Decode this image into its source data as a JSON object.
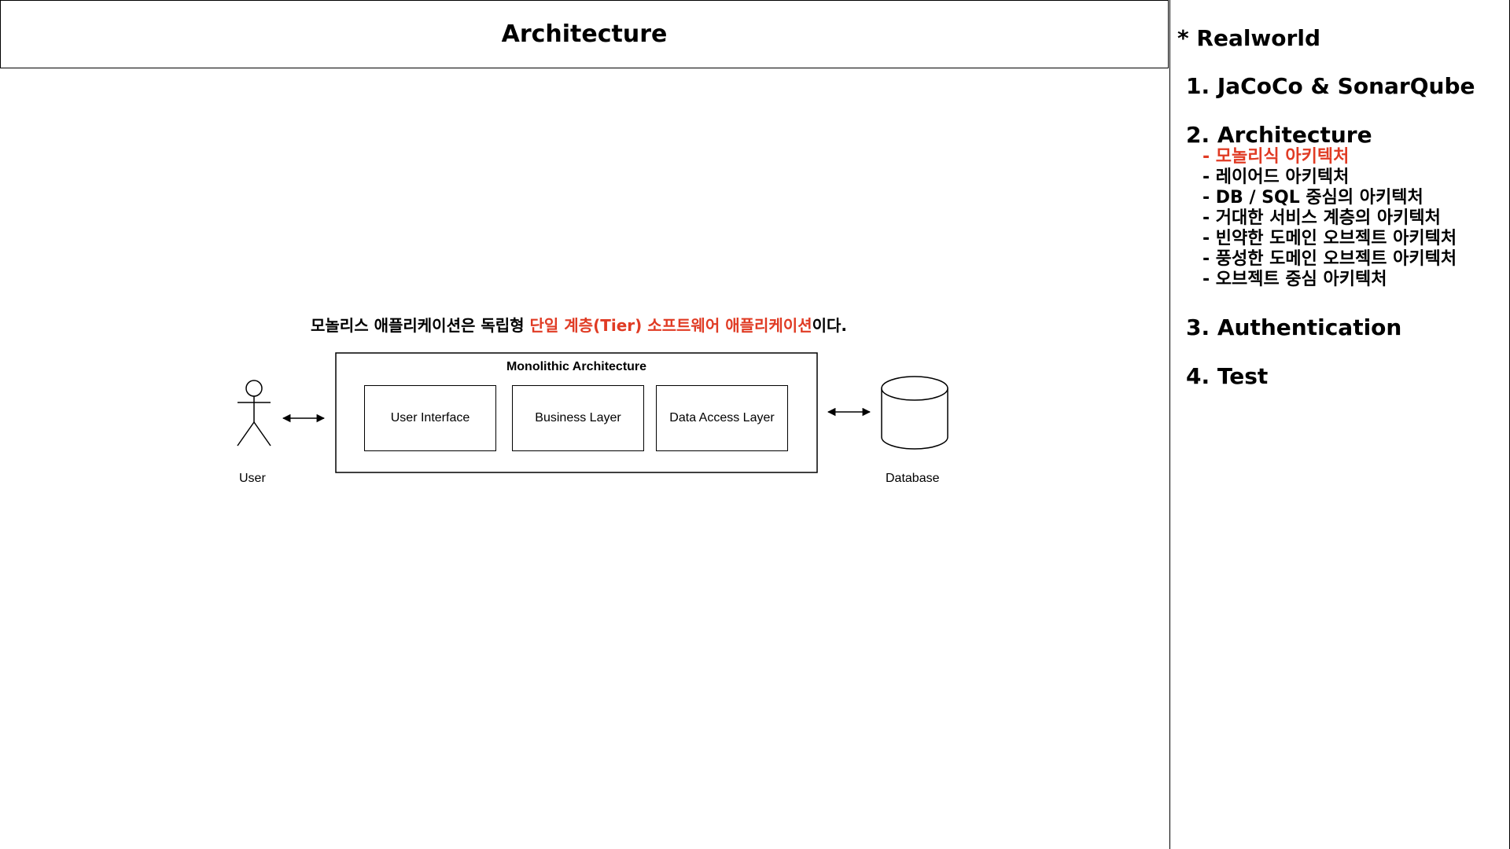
{
  "header": {
    "title": "Architecture"
  },
  "sidebar": {
    "title": "* Realworld",
    "sections": [
      {
        "label": "1. JaCoCo & SonarQube"
      },
      {
        "label": "2. Architecture",
        "items": [
          "- 모놀리식 아키텍처",
          "- 레이어드 아키텍처",
          "- DB / SQL 중심의 아키텍처",
          "- 거대한 서비스 계층의 아키텍처",
          "- 빈약한 도메인 오브젝트 아키텍처",
          "- 풍성한 도메인 오브젝트 아키텍처",
          "- 오브젝트 중심 아키텍처"
        ],
        "active_index": 0
      },
      {
        "label": "3. Authentication"
      },
      {
        "label": "4. Test"
      }
    ]
  },
  "caption": {
    "prefix": "모놀리스 애플리케이션은 독립형 ",
    "highlight": "단일 계층(Tier) 소프트웨어 애플리케이션",
    "suffix": "이다."
  },
  "diagram": {
    "container_title": "Monolithic Architecture",
    "layers": [
      "User Interface",
      "Business Layer",
      "Data Access Layer"
    ],
    "user_label": "User",
    "database_label": "Database"
  },
  "colors": {
    "accent": "#e03b24",
    "text": "#000000",
    "background": "#ffffff"
  }
}
